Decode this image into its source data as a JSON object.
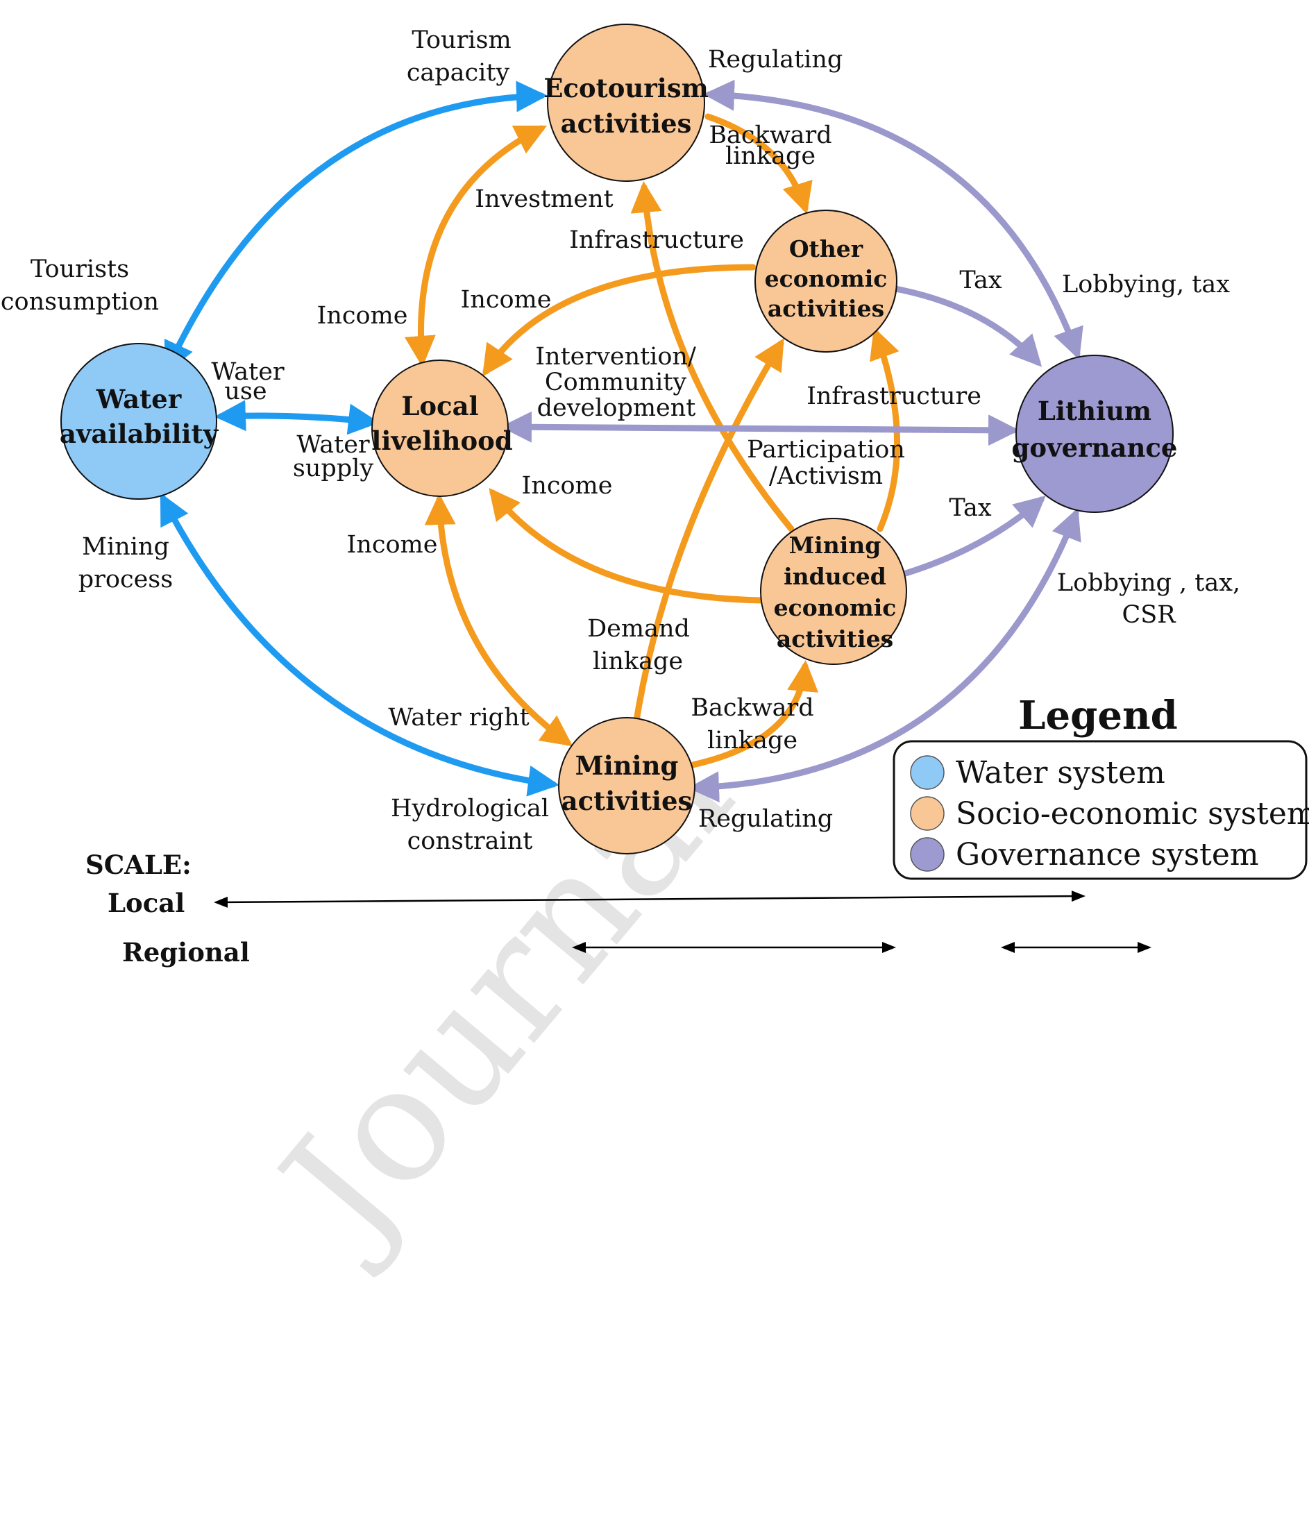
{
  "colors": {
    "water": "#1e9af0",
    "water_fill": "#8fcaf7",
    "socio": "#f49a1c",
    "socio_fill": "#f9c796",
    "governance": "#9b98cc",
    "governance_fill": "#9d99d1",
    "text": "#111111"
  },
  "nodes": {
    "water_availability": [
      "Water",
      "availability"
    ],
    "local_livelihood": [
      "Local",
      "livelihood"
    ],
    "ecotourism": [
      "Ecotourism",
      "activities"
    ],
    "other_economic": [
      "Other",
      "economic",
      "activities"
    ],
    "mining_induced": [
      "Mining",
      "induced",
      "economic",
      "activities"
    ],
    "mining_activities": [
      "Mining",
      "activities"
    ],
    "lithium_governance": [
      "Lithium",
      "governance"
    ]
  },
  "edges": {
    "tourism_capacity": [
      "Tourism",
      "capacity"
    ],
    "tourists_consumption": [
      "Tourists",
      "consumption"
    ],
    "regulating_top": "Regulating",
    "backward_linkage_top": [
      "Backward",
      "linkage"
    ],
    "investment": "Investment",
    "infrastructure_top": "Infrastructure",
    "income_other": "Income",
    "income_eco": "Income",
    "tax_top": "Tax",
    "lobbying_tax_top": "Lobbying, tax",
    "water_use": [
      "Water",
      "use"
    ],
    "water_supply": [
      "Water",
      "supply"
    ],
    "intervention": [
      "Intervention/",
      "Community",
      "development"
    ],
    "infrastructure_right": "Infrastructure",
    "participation": [
      "Participation",
      "/Activism"
    ],
    "income_mining_induced": "Income",
    "tax_bottom": "Tax",
    "mining_process": [
      "Mining",
      "process"
    ],
    "income_mining": "Income",
    "lobbying_tax_csr": [
      "Lobbying , tax,",
      "CSR"
    ],
    "demand_linkage": [
      "Demand",
      "linkage"
    ],
    "water_right": "Water right",
    "backward_linkage_bottom": [
      "Backward",
      "linkage"
    ],
    "hydrological_constraint": [
      "Hydrological",
      "constraint"
    ],
    "regulating_bottom": "Regulating"
  },
  "legend": {
    "title": "Legend",
    "items": [
      {
        "label": "Water system",
        "color": "#8fcaf7"
      },
      {
        "label": "Socio-economic systems",
        "color": "#f9c796"
      },
      {
        "label": "Governance system",
        "color": "#9d99d1"
      }
    ]
  },
  "scale": {
    "title": "SCALE:",
    "local": "Local",
    "regional": "Regional"
  },
  "watermark": "Journal"
}
